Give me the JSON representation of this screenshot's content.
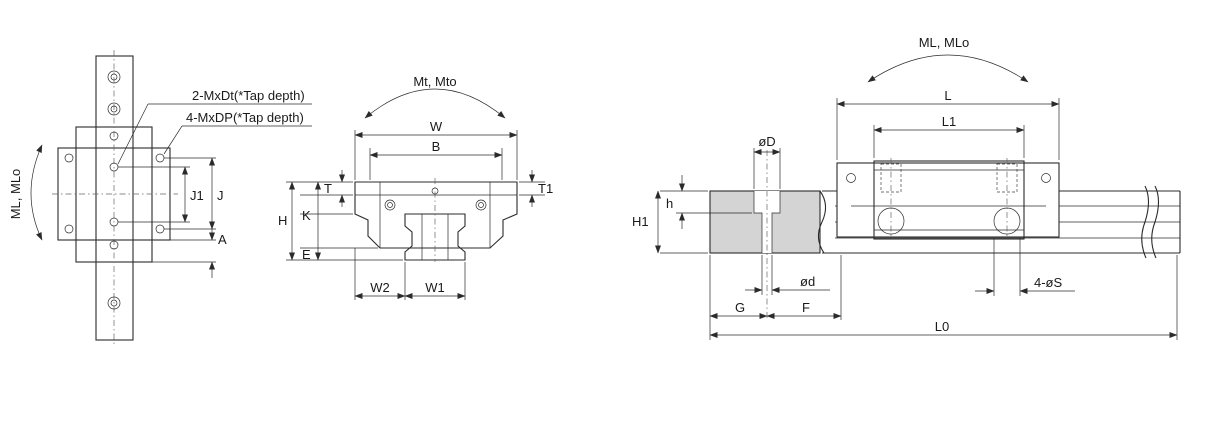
{
  "labels": {
    "ml_mlo_left": "ML, MLo",
    "tap_2": "2-MxDt(*Tap depth)",
    "tap_4": "4-MxDP(*Tap depth)",
    "j1": "J1",
    "j": "J",
    "a": "A",
    "mt_mto": "Mt, Mto",
    "w": "W",
    "b": "B",
    "t": "T",
    "t1": "T1",
    "h": "H",
    "k": "K",
    "e": "E",
    "w2": "W2",
    "w1": "W1",
    "ml_mlo_right": "ML, MLo",
    "l": "L",
    "l1": "L1",
    "od_big": "øD",
    "h_small": "h",
    "h1": "H1",
    "od_small": "ød",
    "s4": "4-øS",
    "g": "G",
    "f": "F",
    "l0": "L0"
  },
  "colors": {
    "line": "#2b2b2b",
    "section_fill": "#d4d4d4"
  }
}
